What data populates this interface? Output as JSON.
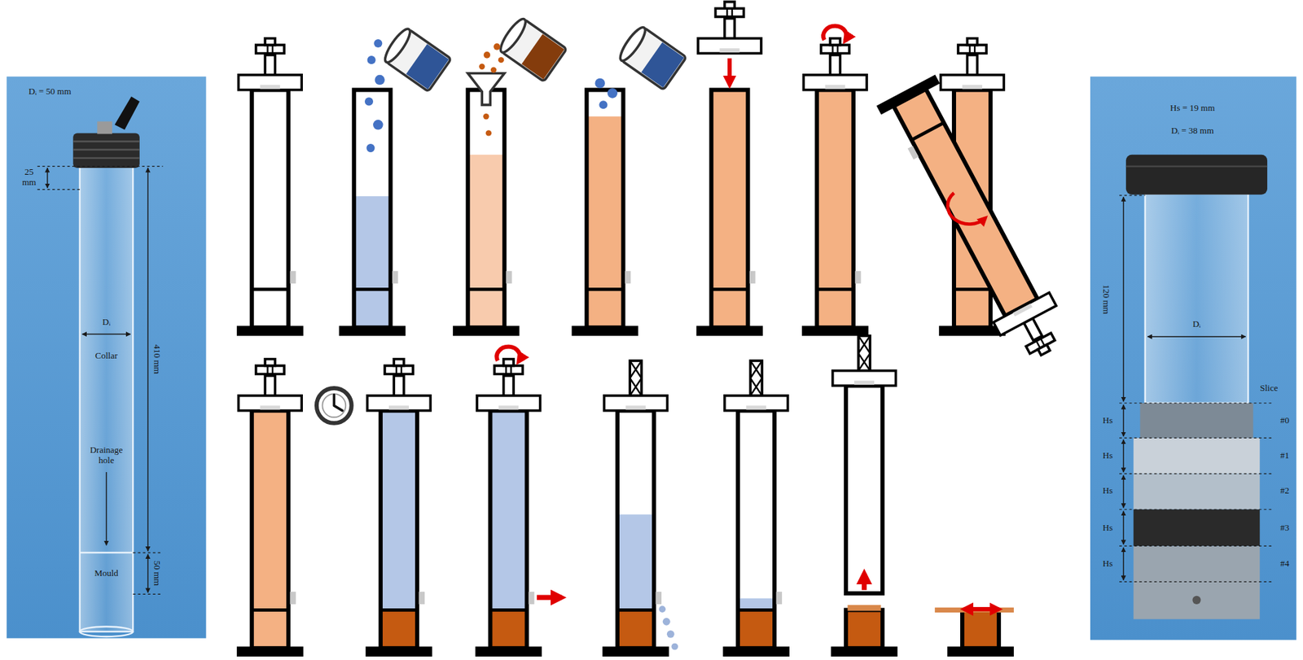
{
  "diagram": {
    "labels": [
      "Dᵢ = 50 mm",
      "25 mm",
      "410 mm",
      "Dᵢ",
      "Collar",
      "Drainage hole",
      "Mould",
      "50 mm",
      "Hs = 19 mm",
      "Dᵢ = 38 mm",
      "120 mm",
      "Dᵢ",
      "Slice",
      "Hs",
      "#0",
      "Hs",
      "#1",
      "Hs",
      "#2",
      "Hs",
      "#3",
      "Hs",
      "#4"
    ]
  }
}
